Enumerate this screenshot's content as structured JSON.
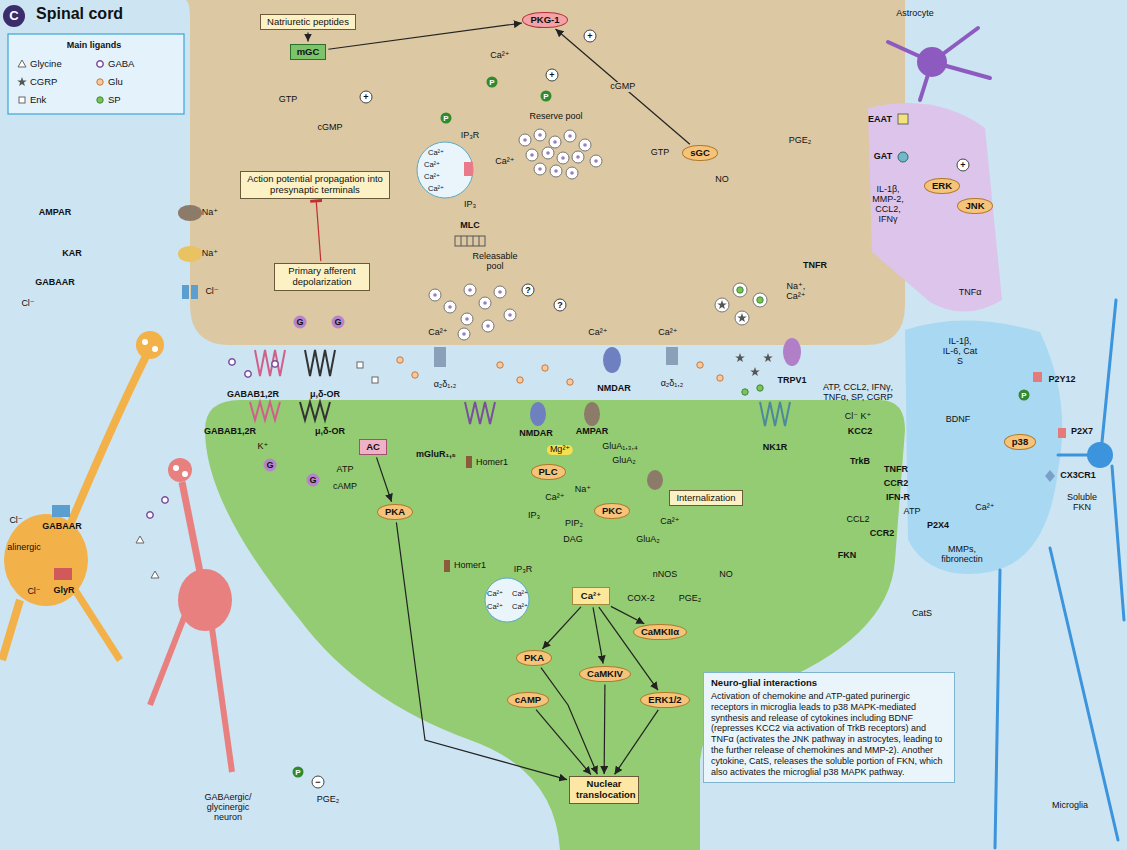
{
  "diagram": {
    "title": "Spinal cord",
    "nodes": [
      {
        "text": [
          "Natriuretic peptides"
        ]
      },
      {
        "text": [
          "mGC"
        ]
      },
      {
        "text": [
          "PKG-1"
        ]
      },
      {
        "text": [
          "sGC"
        ]
      },
      {
        "text": [
          "Action potential propagation into presynaptic terminals"
        ]
      },
      {
        "text": [
          "Primary afferent depolarization"
        ]
      },
      {
        "text": [
          "Ca²⁺"
        ]
      },
      {
        "text": [
          "PLC"
        ]
      },
      {
        "text": [
          "PKC"
        ]
      },
      {
        "text": [
          "AC"
        ]
      },
      {
        "text": [
          "PKA"
        ]
      },
      {
        "text": [
          "PKA"
        ]
      },
      {
        "text": [
          "cAMP"
        ]
      },
      {
        "text": [
          "CaMKIV"
        ]
      },
      {
        "text": [
          "CaMKIIα"
        ]
      },
      {
        "text": [
          "ERK1/2"
        ]
      },
      {
        "text": [
          "Nuclear translocation"
        ]
      },
      {
        "text": [
          "Internalization"
        ]
      },
      {
        "text": [
          "ERK"
        ]
      },
      {
        "text": [
          "JNK"
        ]
      },
      {
        "text": [
          "p38"
        ]
      },
      {
        "text": [
          "Neuro-glial interactions",
          "Activation of chemokine and ATP-gated purinergic receptors in microglia leads to p38 MAPK-mediated synthesis and release of cytokines including BDNF (represses KCC2 via activation of TrkB receptors) and TNFα (activates the JNK pathway in astrocytes, leading to the further release of chemokines and MMP-2). Another cytokine, CatS, releases the soluble portion of FKN, which also activates the microglial p38 MAPK pathway."
        ]
      }
    ],
    "edges": [
      {
        "from": 0,
        "to": 1,
        "arrow": "to"
      },
      {
        "from": 1,
        "to": 2,
        "arrow": "to"
      },
      {
        "from": 3,
        "to": 2,
        "label": "cGMP",
        "arrow": "to"
      },
      {
        "from": 5,
        "to": 4,
        "arrow": "to"
      },
      {
        "from": 9,
        "to": 10,
        "arrow": "to"
      },
      {
        "from": 6,
        "to": 11,
        "arrow": "to"
      },
      {
        "from": 6,
        "to": 13,
        "arrow": "to"
      },
      {
        "from": 6,
        "to": 14,
        "arrow": "to"
      },
      {
        "from": 6,
        "to": 15,
        "arrow": "to"
      },
      {
        "from": 11,
        "to": 16,
        "arrow": "to"
      },
      {
        "from": 12,
        "to": 16,
        "arrow": "to"
      },
      {
        "from": 13,
        "to": 16,
        "arrow": "to"
      },
      {
        "from": 15,
        "to": 16,
        "arrow": "to"
      },
      {
        "from": 10,
        "to": 16,
        "arrow": "to"
      }
    ],
    "labels": [
      "C",
      "Main ligands",
      "GTP",
      "cGMP",
      "Ca²⁺",
      "+",
      "+",
      "+",
      "P",
      "P",
      "P",
      "IP₃R",
      "Ca²⁺",
      "Ca²⁺",
      "Ca²⁺",
      "Ca²⁺",
      "Ca²⁺",
      "IP₃",
      "Reserve pool",
      "MLC",
      "Releasable pool",
      "?",
      "?",
      "AMPAR",
      "Na⁺",
      "KAR",
      "Na⁺",
      "GABAAR",
      "Cl⁻",
      "Cl⁻",
      "G",
      "G",
      "GABAB1,2R",
      "μ,δ-OR",
      "Ca²⁺",
      "α₂δ₁,₂",
      "Ca²⁺",
      "NMDAR",
      "Ca²⁺",
      "α₂δ₁,₂",
      "Na⁺, Ca²⁺",
      "TRPV1",
      "PGE₂",
      "GTP",
      "NO",
      "TNFR",
      "ATP, CCL2, IFNγ, TNFα, SP, CGRP",
      "Astrocyte",
      "EAAT",
      "GAT",
      "IL-1β, MMP-2, CCL2, IFNγ",
      "+",
      "TNFα",
      "IL-1β, IL-6, Cat S",
      "BDNF",
      "P2Y12",
      "P",
      "P2X7",
      "CX3CR1",
      "Soluble FKN",
      "Cl⁻ K⁺",
      "KCC2",
      "TrkB",
      "TNFR",
      "CCR2",
      "IFN-R",
      "CCL2",
      "CCR2",
      "ATP",
      "P2X4",
      "Ca²⁺",
      "MMPs, fibronectin",
      "FKN",
      "CatS",
      "Microglia",
      "GABAB1,2R",
      "μ,δ-OR",
      "K⁺",
      "G",
      "G",
      "ATP",
      "cAMP",
      "mGluR₁,₅",
      "Homer1",
      "NMDAR",
      "Mg²⁺",
      "AMPAR",
      "GluA₁,₃,₄",
      "GluA₂",
      "Ca²⁺",
      "Na⁺",
      "IP₃",
      "PIP₂",
      "DAG",
      "GluA₂",
      "Ca²⁺",
      "NK1R",
      "Homer1",
      "IP₃R",
      "Ca²⁺",
      "Ca²⁺",
      "Ca²⁺",
      "Ca²⁺",
      "nNOS",
      "NO",
      "COX-2",
      "PGE₂",
      "P",
      "−",
      "PGE₂",
      "GABAAR",
      "Cl⁻",
      "GlyR",
      "Cl⁻",
      "alinergic",
      "GABAergic/ glycinergic neuron"
    ],
    "legend": [
      {
        "text": "Glycine"
      },
      {
        "text": "GABA"
      },
      {
        "text": "CGRP"
      },
      {
        "text": "Glu"
      },
      {
        "text": "Enk"
      },
      {
        "text": "SP"
      }
    ]
  }
}
